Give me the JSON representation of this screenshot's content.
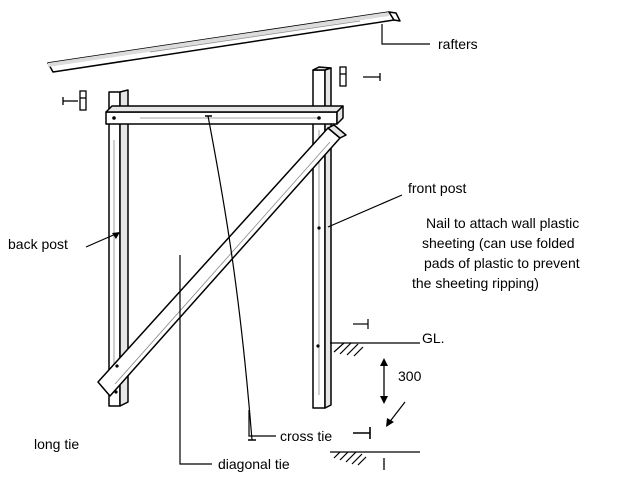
{
  "labels": {
    "rafters": "rafters",
    "front_post": "front post",
    "back_post": "back post",
    "nail_note": [
      "Nail to attach wall plastic",
      "sheeting (can use  folded",
      "pads of plastic to prevent",
      "the sheeting ripping)"
    ],
    "ground_level": "GL.",
    "depth": "300",
    "long_tie": "long tie",
    "cross_tie": "cross tie",
    "diagonal_tie": "diagonal tie"
  },
  "colors": {
    "ink": "#000000",
    "timber": "#ffffff",
    "grain": "#555555"
  }
}
